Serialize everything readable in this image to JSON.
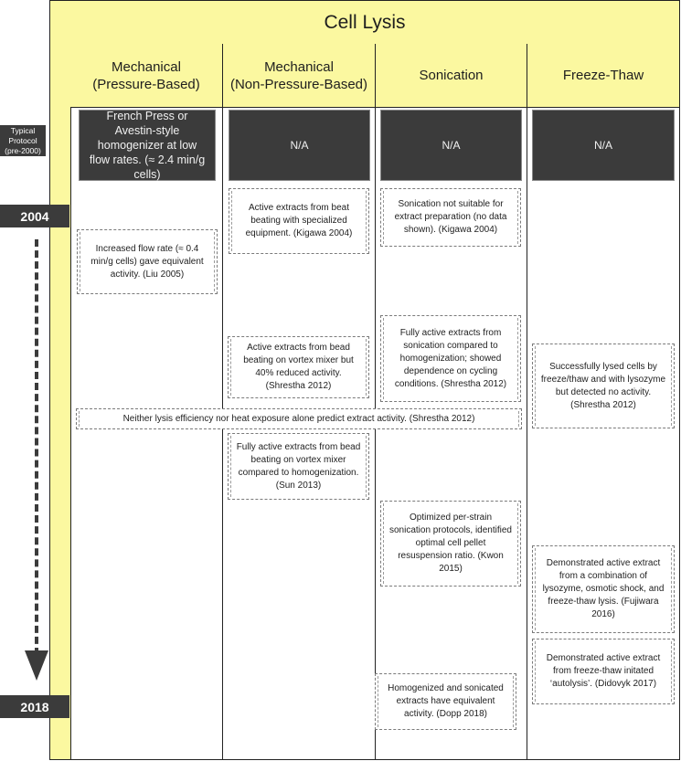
{
  "title": "Cell Lysis",
  "columns": [
    {
      "label": "Mechanical\n(Pressure-Based)"
    },
    {
      "label": "Mechanical\n(Non-Pressure-Based)"
    },
    {
      "label": "Sonication"
    },
    {
      "label": "Freeze-Thaw"
    }
  ],
  "timeline": {
    "protocol_label": "Typical Protocol (pre-2000)",
    "start_year": "2004",
    "end_year": "2018"
  },
  "typical_protocol": [
    "French Press or Avestin-style homogenizer at low flow rates. (≈ 2.4 min/g cells)",
    "N/A",
    "N/A",
    "N/A"
  ],
  "notes": {
    "kigawa_bead": "Active extracts from beat beating with specialized equipment. (Kigawa 2004)",
    "kigawa_sonic": "Sonication not suitable for extract preparation (no data shown). (Kigawa 2004)",
    "liu": "Increased flow rate (≈ 0.4 min/g cells) gave equivalent activity. (Liu 2005)",
    "shrestha_vortex": "Active extracts from bead beating on vortex mixer but 40% reduced activity. (Shrestha 2012)",
    "shrestha_sonic": "Fully active extracts from sonication compared to homogenization; showed dependence on cycling conditions. (Shrestha 2012)",
    "shrestha_freeze": "Successfully lysed cells by freeze/thaw and with lysozyme but detected no activity. (Shrestha 2012)",
    "shrestha_span": "Neither lysis efficiency nor heat exposure alone predict extract activity. (Shrestha 2012)",
    "sun": "Fully active extracts from bead beating on vortex mixer compared to homogenization. (Sun 2013)",
    "kwon": "Optimized per-strain sonication protocols, identified optimal cell pellet resuspension ratio. (Kwon 2015)",
    "fujiwara": "Demonstrated active extract from a combination of lysozyme, osmotic shock, and freeze-thaw lysis. (Fujiwara 2016)",
    "didovyk": "Demonstrated active extract from freeze-thaw initated ‘autolysis’. (Didovyk 2017)",
    "dopp": "Homogenized and sonicated extracts have equivalent activity. (Dopp 2018)"
  }
}
